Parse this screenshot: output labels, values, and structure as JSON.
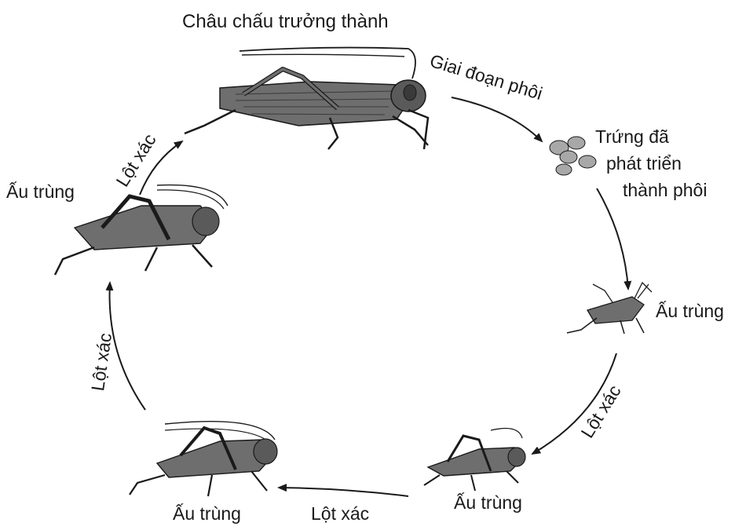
{
  "title": "Châu chấu trưởng thành",
  "stages": {
    "embryo_stage": "Giai đoạn phôi",
    "eggs_line1": "Trứng đã",
    "eggs_line2": "phát triển",
    "eggs_line3": "thành phôi",
    "nymph_right": "Ấu trùng",
    "nymph_bottom_right": "Ấu trùng",
    "nymph_bottom_left": "Ấu trùng",
    "nymph_left": "Ấu trùng"
  },
  "molts": {
    "molt_right": "Lột xác",
    "molt_bottom": "Lột xác",
    "molt_left": "Lột xác",
    "molt_top_left": "Lột xác"
  },
  "colors": {
    "ink": "#1a1a1a",
    "body": "#6e6e6e",
    "body_dark": "#4a4a4a",
    "egg": "#a8a8a8"
  }
}
